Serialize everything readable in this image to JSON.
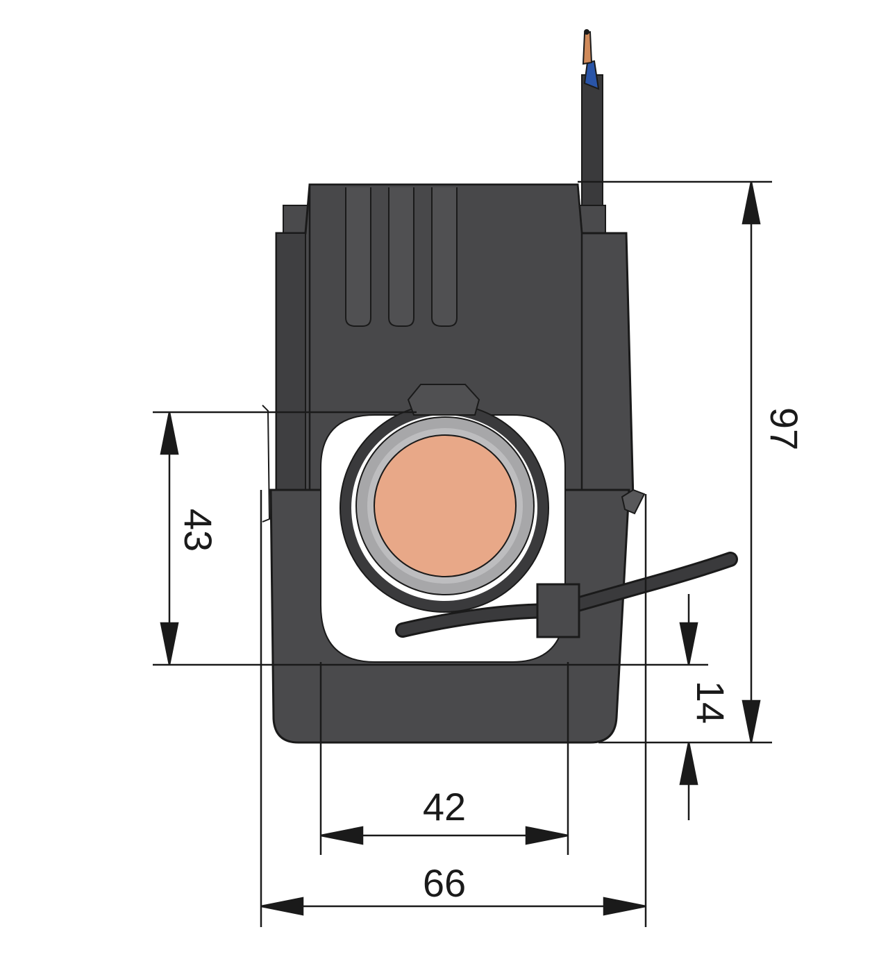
{
  "diagram": {
    "dimensions": {
      "total_height": "97",
      "opening_height": "43",
      "bottom_thickness": "14",
      "opening_width": "42",
      "total_width": "66"
    },
    "colors": {
      "housing": "#4a4a4c",
      "housing_dark": "#3c3c3e",
      "housing_light": "#58585a",
      "outline": "#1a1a1a",
      "conductor": "#e8a888",
      "ring": "#a7a7a9",
      "opening": "#ffffff",
      "wire_copper": "#d08a5a",
      "wire_blue": "#2a55a8",
      "dimension_line": "#1a1a1a"
    }
  }
}
